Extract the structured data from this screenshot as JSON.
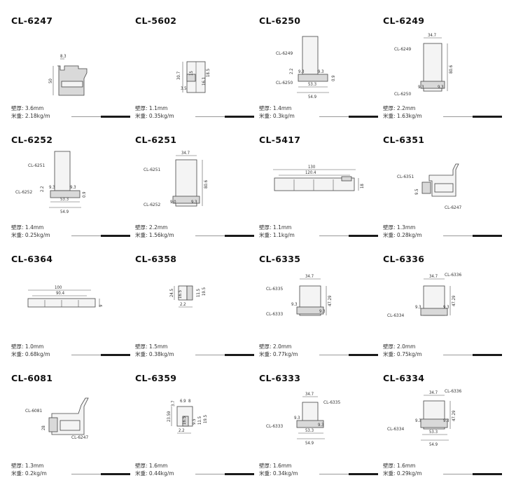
{
  "labels": {
    "wall": "壁厚: ",
    "weight": "米重: "
  },
  "products": [
    {
      "code": "CL-6247",
      "wall": "3.6mm",
      "weight": "2.18kg/m",
      "dims": [
        "8.3",
        "50"
      ],
      "refs": []
    },
    {
      "code": "CL-5602",
      "wall": "1.1mm",
      "weight": "0.35kg/m",
      "dims": [
        "30.7",
        "15",
        "16.1",
        "18.5",
        "3.5"
      ],
      "refs": []
    },
    {
      "code": "CL-6250",
      "wall": "1.4mm",
      "weight": "0.3kg/m",
      "dims": [
        "2.2",
        "9.3",
        "9.3",
        "0.9",
        "53.3",
        "54.9"
      ],
      "refs": [
        "CL-6249",
        "CL-6250"
      ]
    },
    {
      "code": "CL-6249",
      "wall": "2.2mm",
      "weight": "1.63kg/m",
      "dims": [
        "34.7",
        "80.6",
        "9.3",
        "9.3"
      ],
      "refs": [
        "CL-6249",
        "CL-6250"
      ]
    },
    {
      "code": "CL-6252",
      "wall": "1.4mm",
      "weight": "0.25kg/m",
      "dims": [
        "2.2",
        "9.3",
        "9.3",
        "0.9",
        "53.3",
        "54.9"
      ],
      "refs": [
        "CL-6251",
        "CL-6252"
      ]
    },
    {
      "code": "CL-6251",
      "wall": "2.2mm",
      "weight": "1.56kg/m",
      "dims": [
        "34.7",
        "80.6",
        "9.0",
        "9.3"
      ],
      "refs": [
        "CL-6251",
        "CL-6252"
      ]
    },
    {
      "code": "CL-5417",
      "wall": "1.1mm",
      "weight": "1.1kg/m",
      "dims": [
        "130",
        "120.4",
        "18"
      ],
      "refs": []
    },
    {
      "code": "CL-6351",
      "wall": "1.3mm",
      "weight": "0.28kg/m",
      "dims": [
        "9.5"
      ],
      "refs": [
        "CL-6351",
        "CL-6247"
      ]
    },
    {
      "code": "CL-6364",
      "wall": "1.0mm",
      "weight": "0.68kg/m",
      "dims": [
        "100",
        "90.4",
        "9"
      ],
      "refs": []
    },
    {
      "code": "CL-6358",
      "wall": "1.5mm",
      "weight": "0.38kg/m",
      "dims": [
        "24.5",
        "16.5",
        "11.5",
        "19.5",
        "2.2"
      ],
      "refs": []
    },
    {
      "code": "CL-6335",
      "wall": "2.0mm",
      "weight": "0.77kg/m",
      "dims": [
        "34.7",
        "47.29",
        "9.3",
        "9.3"
      ],
      "refs": [
        "CL-6335",
        "CL-6333"
      ]
    },
    {
      "code": "CL-6336",
      "wall": "2.0mm",
      "weight": "0.75kg/m",
      "dims": [
        "34.7",
        "47.29",
        "9.3",
        "9.3"
      ],
      "refs": [
        "CL-6336",
        "CL-6334"
      ]
    },
    {
      "code": "CL-6081",
      "wall": "1.3mm",
      "weight": "0.2kg/m",
      "dims": [
        "28"
      ],
      "refs": [
        "CL-6081",
        "CL-6247"
      ]
    },
    {
      "code": "CL-6359",
      "wall": "1.6mm",
      "weight": "0.44kg/m",
      "dims": [
        "3.7",
        "6.9",
        "8",
        "23.59",
        "16.5",
        "9.5",
        "11.5",
        "19.5",
        "2.2"
      ],
      "refs": []
    },
    {
      "code": "CL-6333",
      "wall": "1.6mm",
      "weight": "0.34kg/m",
      "dims": [
        "34.7",
        "9.3",
        "9.3",
        "53.3",
        "54.9"
      ],
      "refs": [
        "CL-6335",
        "CL-6333"
      ]
    },
    {
      "code": "CL-6334",
      "wall": "1.6mm",
      "weight": "0.29kg/m",
      "dims": [
        "34.7",
        "47.29",
        "9.3",
        "9.3",
        "53.3",
        "54.9"
      ],
      "refs": [
        "CL-6336",
        "CL-6334"
      ]
    }
  ]
}
